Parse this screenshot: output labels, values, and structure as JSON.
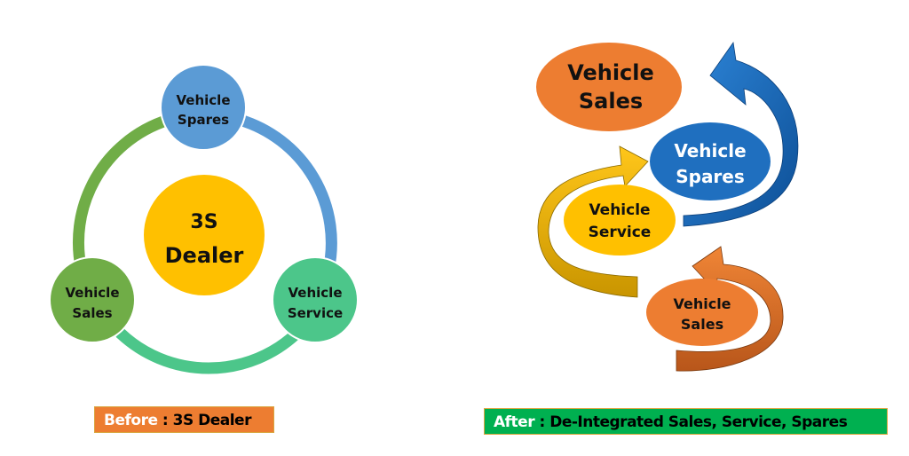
{
  "before_diagram": {
    "center": {
      "line1": "3S",
      "line2": "Dealer",
      "color": "#ffc000"
    },
    "nodes": [
      {
        "id": "spares",
        "line1": "Vehicle",
        "line2": "Spares",
        "color": "#5b9bd5"
      },
      {
        "id": "service",
        "line1": "Vehicle",
        "line2": "Service",
        "color": "#4cc68a"
      },
      {
        "id": "sales",
        "line1": "Vehicle",
        "line2": "Sales",
        "color": "#70ad47"
      }
    ],
    "ring_colors": {
      "sales_to_spares": "#70ad47",
      "spares_to_service": "#5b9bd5",
      "service_to_sales": "#4cc68a"
    },
    "caption": {
      "key": "Before",
      "value": ": 3S Dealer"
    }
  },
  "after_diagram": {
    "nodes": [
      {
        "id": "sales-top",
        "line1": "Vehicle",
        "line2": "Sales",
        "color": "#ed7d31"
      },
      {
        "id": "spares",
        "line1": "Vehicle",
        "line2": "Spares",
        "color": "#1f6fbf"
      },
      {
        "id": "service",
        "line1": "Vehicle",
        "line2": "Service",
        "color": "#ffc000"
      },
      {
        "id": "sales-bottom",
        "line1": "Vehicle",
        "line2": "Sales",
        "color": "#ed7d31"
      }
    ],
    "arrow_colors": {
      "blue": "#1565b8",
      "yellow": "#f5b800",
      "orange": "#e8782a"
    },
    "caption": {
      "key": "After",
      "value": ": De-Integrated Sales, Service, Spares"
    }
  }
}
